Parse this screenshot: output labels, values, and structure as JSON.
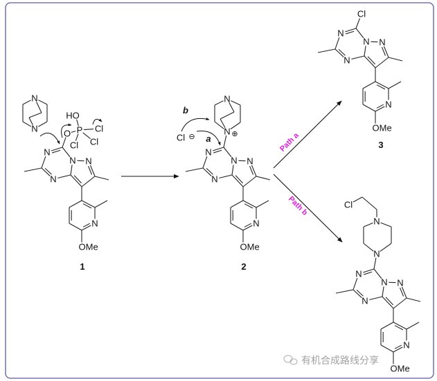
{
  "atoms": {
    "N": "N",
    "OMe": "OMe",
    "Cl": "Cl",
    "HO": "HO",
    "P": "P",
    "O": "O"
  },
  "charges": {
    "plus": "⊕",
    "minus": "⊖"
  },
  "arrow_labels": {
    "a": "a",
    "b": "b"
  },
  "paths": {
    "a": "Path a",
    "b": "Path b"
  },
  "compounds": [
    {
      "number": "1"
    },
    {
      "number": "2"
    },
    {
      "number": "3"
    }
  ],
  "colors": {
    "path_label": "#e020e0",
    "border": "#5b5ba8",
    "watermark": "#8a8a8a"
  },
  "watermark": "有机合成路线分享"
}
